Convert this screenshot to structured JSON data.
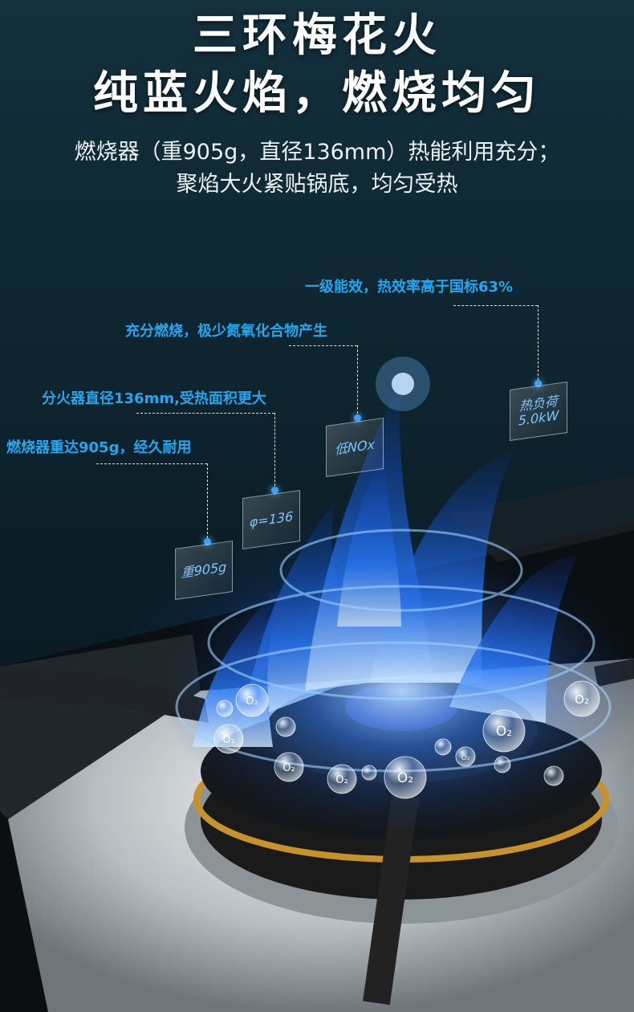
{
  "headline": {
    "line1": "三环梅花火",
    "line2": "纯蓝火焰，燃烧均匀"
  },
  "subtitle": {
    "line1": "燃烧器（重905g，直径136mm）热能利用充分；",
    "line2": "聚焰大火紧贴锅底，均匀受热"
  },
  "features": {
    "efficiency": "一级能效，热效率高于国标63%",
    "low_nox": "充分燃烧，极少氮氧化合物产生",
    "diameter": "分火器直径136mm,受热面积更大",
    "weight": "燃烧器重达905g，经久耐用"
  },
  "badges": {
    "heat_load_title": "热负荷",
    "heat_load_value": "5.0kW",
    "low_nox": "低NOx",
    "diameter": "φ=136",
    "weight": "重905g"
  },
  "bubble_label": "O₂",
  "colors": {
    "background": "#0d1f2a",
    "accent_text": "#22a7f0",
    "flame_blue": "#1e6bff",
    "brass_ring": "#c8922b"
  }
}
